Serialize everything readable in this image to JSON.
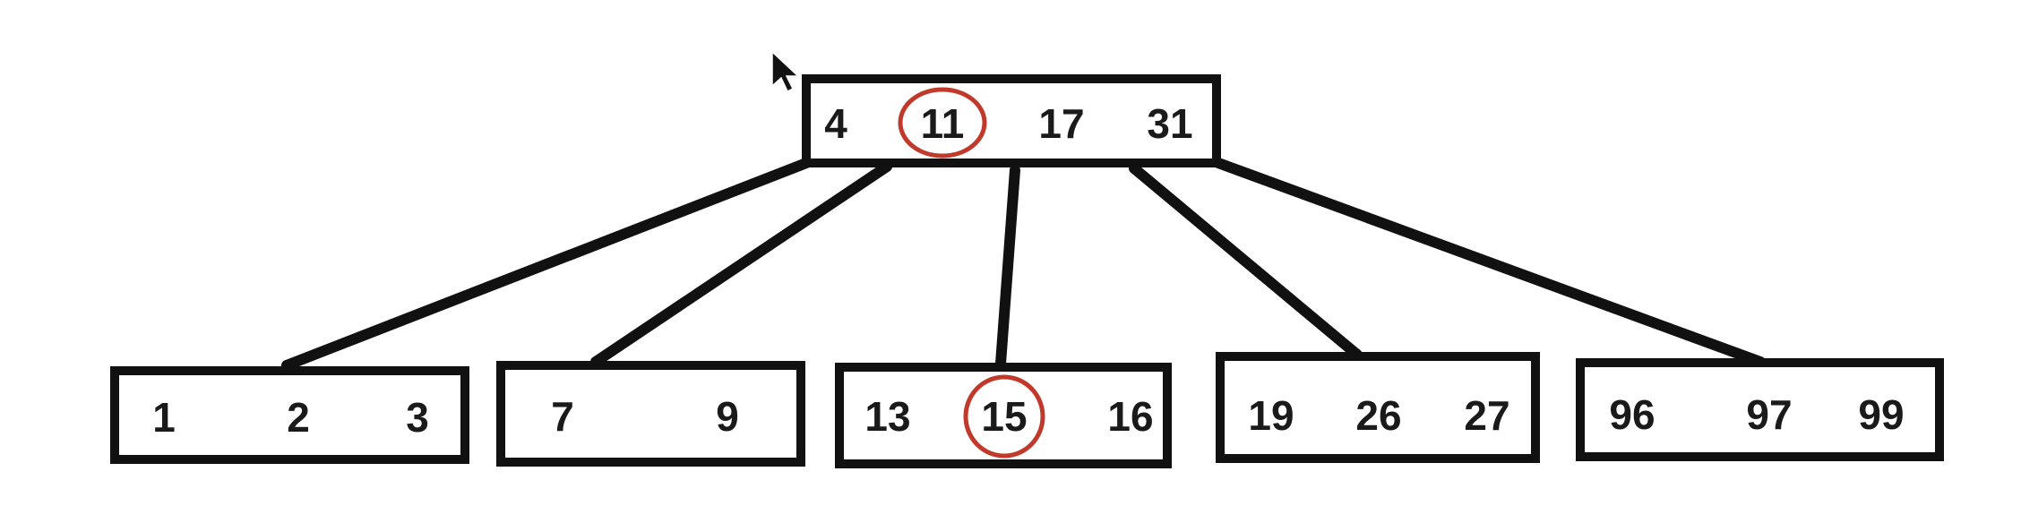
{
  "colors": {
    "line": "#111111",
    "text": "#1a1a1a",
    "highlight": "#c0392b",
    "background": "#ffffff"
  },
  "root": {
    "keys": [
      "4",
      "11",
      "17",
      "31"
    ],
    "highlighted": [
      "11"
    ]
  },
  "children": [
    {
      "keys": [
        "1",
        "2",
        "3"
      ],
      "highlighted": []
    },
    {
      "keys": [
        "7",
        "9"
      ],
      "highlighted": []
    },
    {
      "keys": [
        "13",
        "15",
        "16"
      ],
      "highlighted": [
        "15"
      ]
    },
    {
      "keys": [
        "19",
        "26",
        "27"
      ],
      "highlighted": []
    },
    {
      "keys": [
        "96",
        "97",
        "99"
      ],
      "highlighted": []
    }
  ],
  "cursor_icon": "mouse-pointer-icon"
}
